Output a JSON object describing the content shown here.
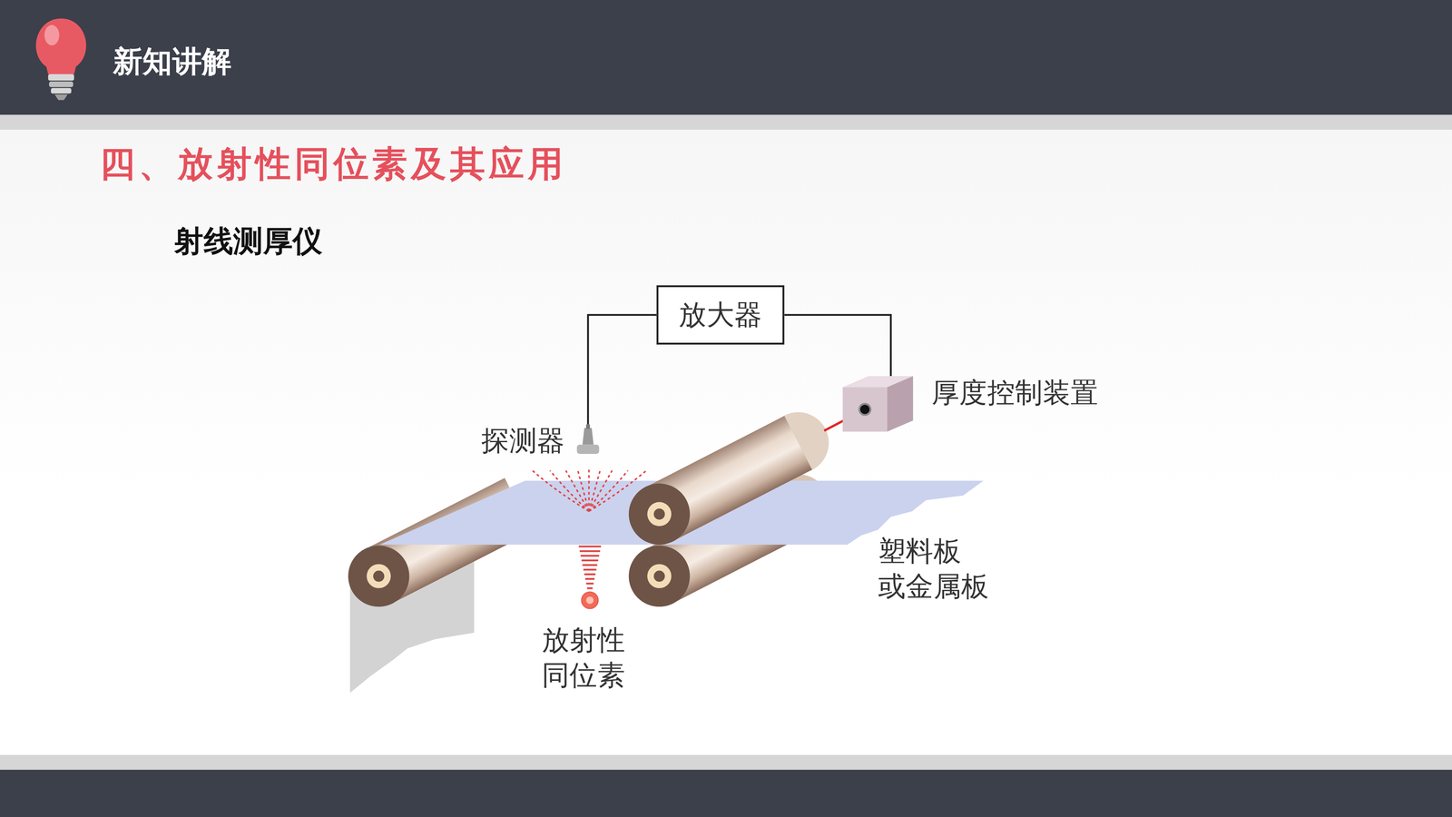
{
  "diagram": {
    "title": "四、放射性同位素及其应用",
    "nodes": [
      {
        "text": [
          "探测器"
        ]
      },
      {
        "text": [
          "放大器"
        ]
      },
      {
        "text": [
          "厚度控制装置"
        ]
      }
    ],
    "edges": [
      {
        "from": 0,
        "to": 1,
        "arrow": "none"
      },
      {
        "from": 1,
        "to": 2,
        "arrow": "none"
      }
    ],
    "labels": [
      "新知讲解",
      "射线测厚仪",
      "塑料板 或金属板",
      "放射性 同位素"
    ]
  }
}
